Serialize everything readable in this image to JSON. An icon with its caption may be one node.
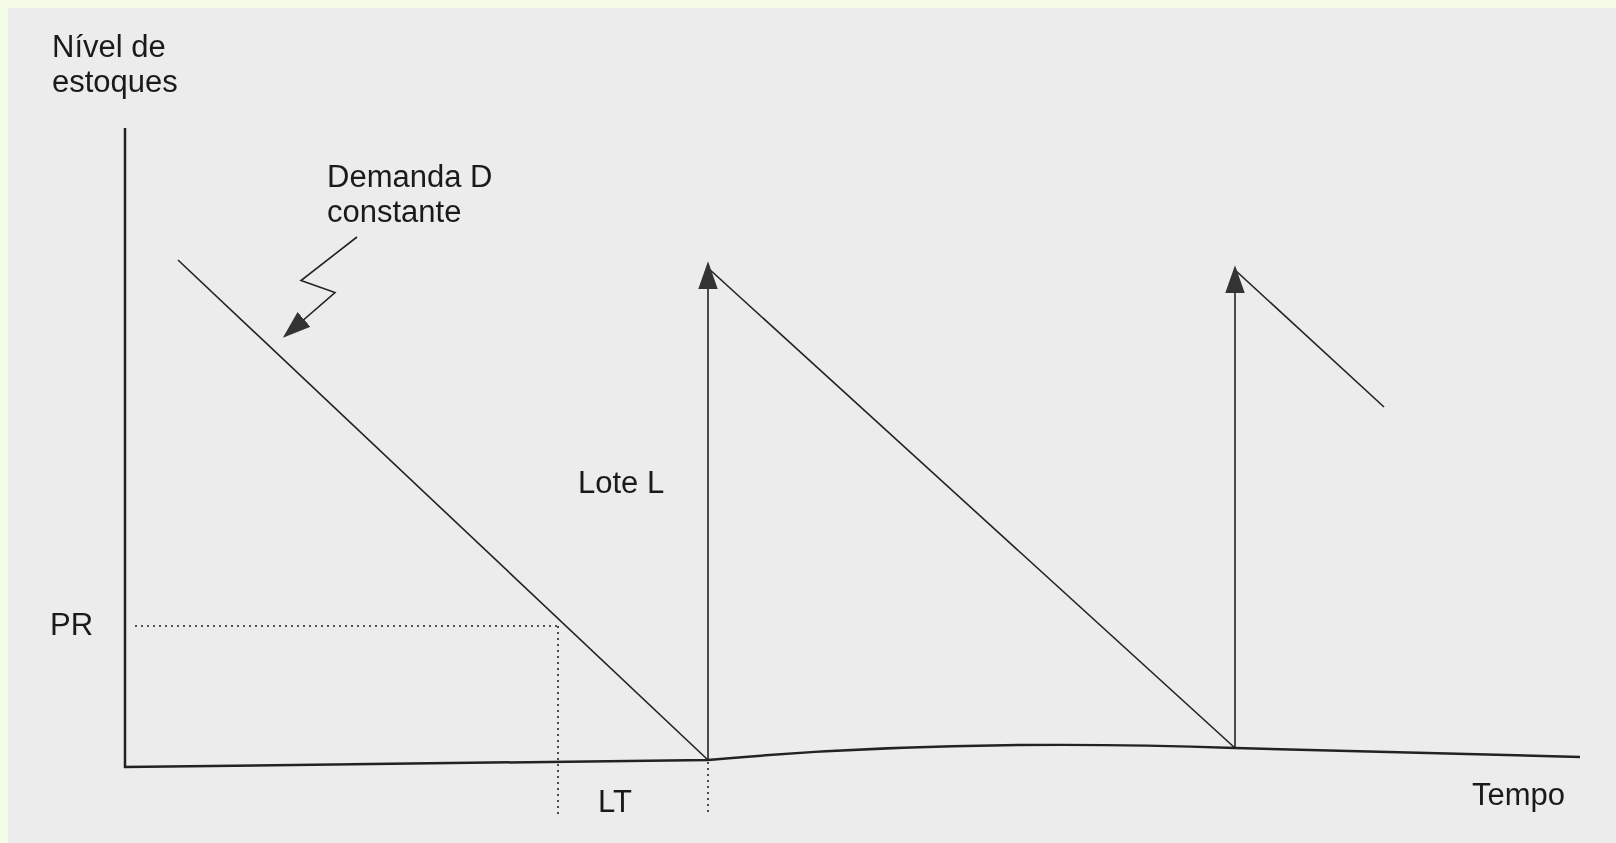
{
  "diagram": {
    "nodes": [
      {
        "text": [
          "Demanda D constante"
        ]
      },
      {
        "text": [],
        "shape": "line"
      }
    ],
    "edges": [
      {
        "from": 0,
        "to": 1,
        "arrow": "to"
      }
    ],
    "labels": [
      "Nível de estoques",
      "PR",
      "LT",
      "Lote L",
      "Tempo"
    ]
  }
}
